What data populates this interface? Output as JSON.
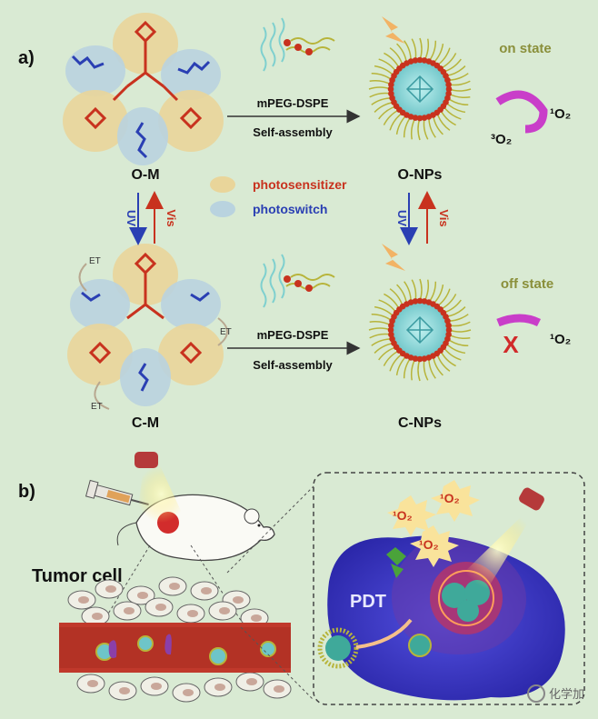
{
  "panels": {
    "a_label": "a)",
    "b_label": "b)"
  },
  "molecules": {
    "open": "O-M",
    "closed": "C-M"
  },
  "nanoparticles": {
    "open": "O-NPs",
    "closed": "C-NPs"
  },
  "process": {
    "top_line1": "mPEG-DSPE",
    "top_line2": "Self-assembly",
    "bottom_line1": "mPEG-DSPE",
    "bottom_line2": "Self-assembly"
  },
  "legend": {
    "photosensitizer": "photosensitizer",
    "photoswitch": "photoswitch"
  },
  "switching": {
    "uv": "UV",
    "vis": "Vis",
    "uv2": "UV",
    "vis2": "Vis"
  },
  "states": {
    "on": "on state",
    "off": "off state"
  },
  "oxygen": {
    "triplet": "³O₂",
    "singlet": "¹O₂",
    "singlet_off": "¹O₂"
  },
  "energy_transfer": {
    "et1": "ET",
    "et2": "ET",
    "et3": "ET"
  },
  "panel_b": {
    "tumor_cell": "Tumor cell",
    "pdt": "PDT",
    "ros1": "¹O₂",
    "ros2": "¹O₂",
    "ros3": "¹O₂"
  },
  "watermark": "化学加",
  "colors": {
    "background": "#d9ead3",
    "photosensitizer_lobe": "#e9d59a",
    "photoswitch_lobe": "#b9d3df",
    "red_structure": "#c8321e",
    "blue_structure": "#2a3fb3",
    "cell_blue": "#3d38c9",
    "vessel_red": "#c0392b"
  }
}
